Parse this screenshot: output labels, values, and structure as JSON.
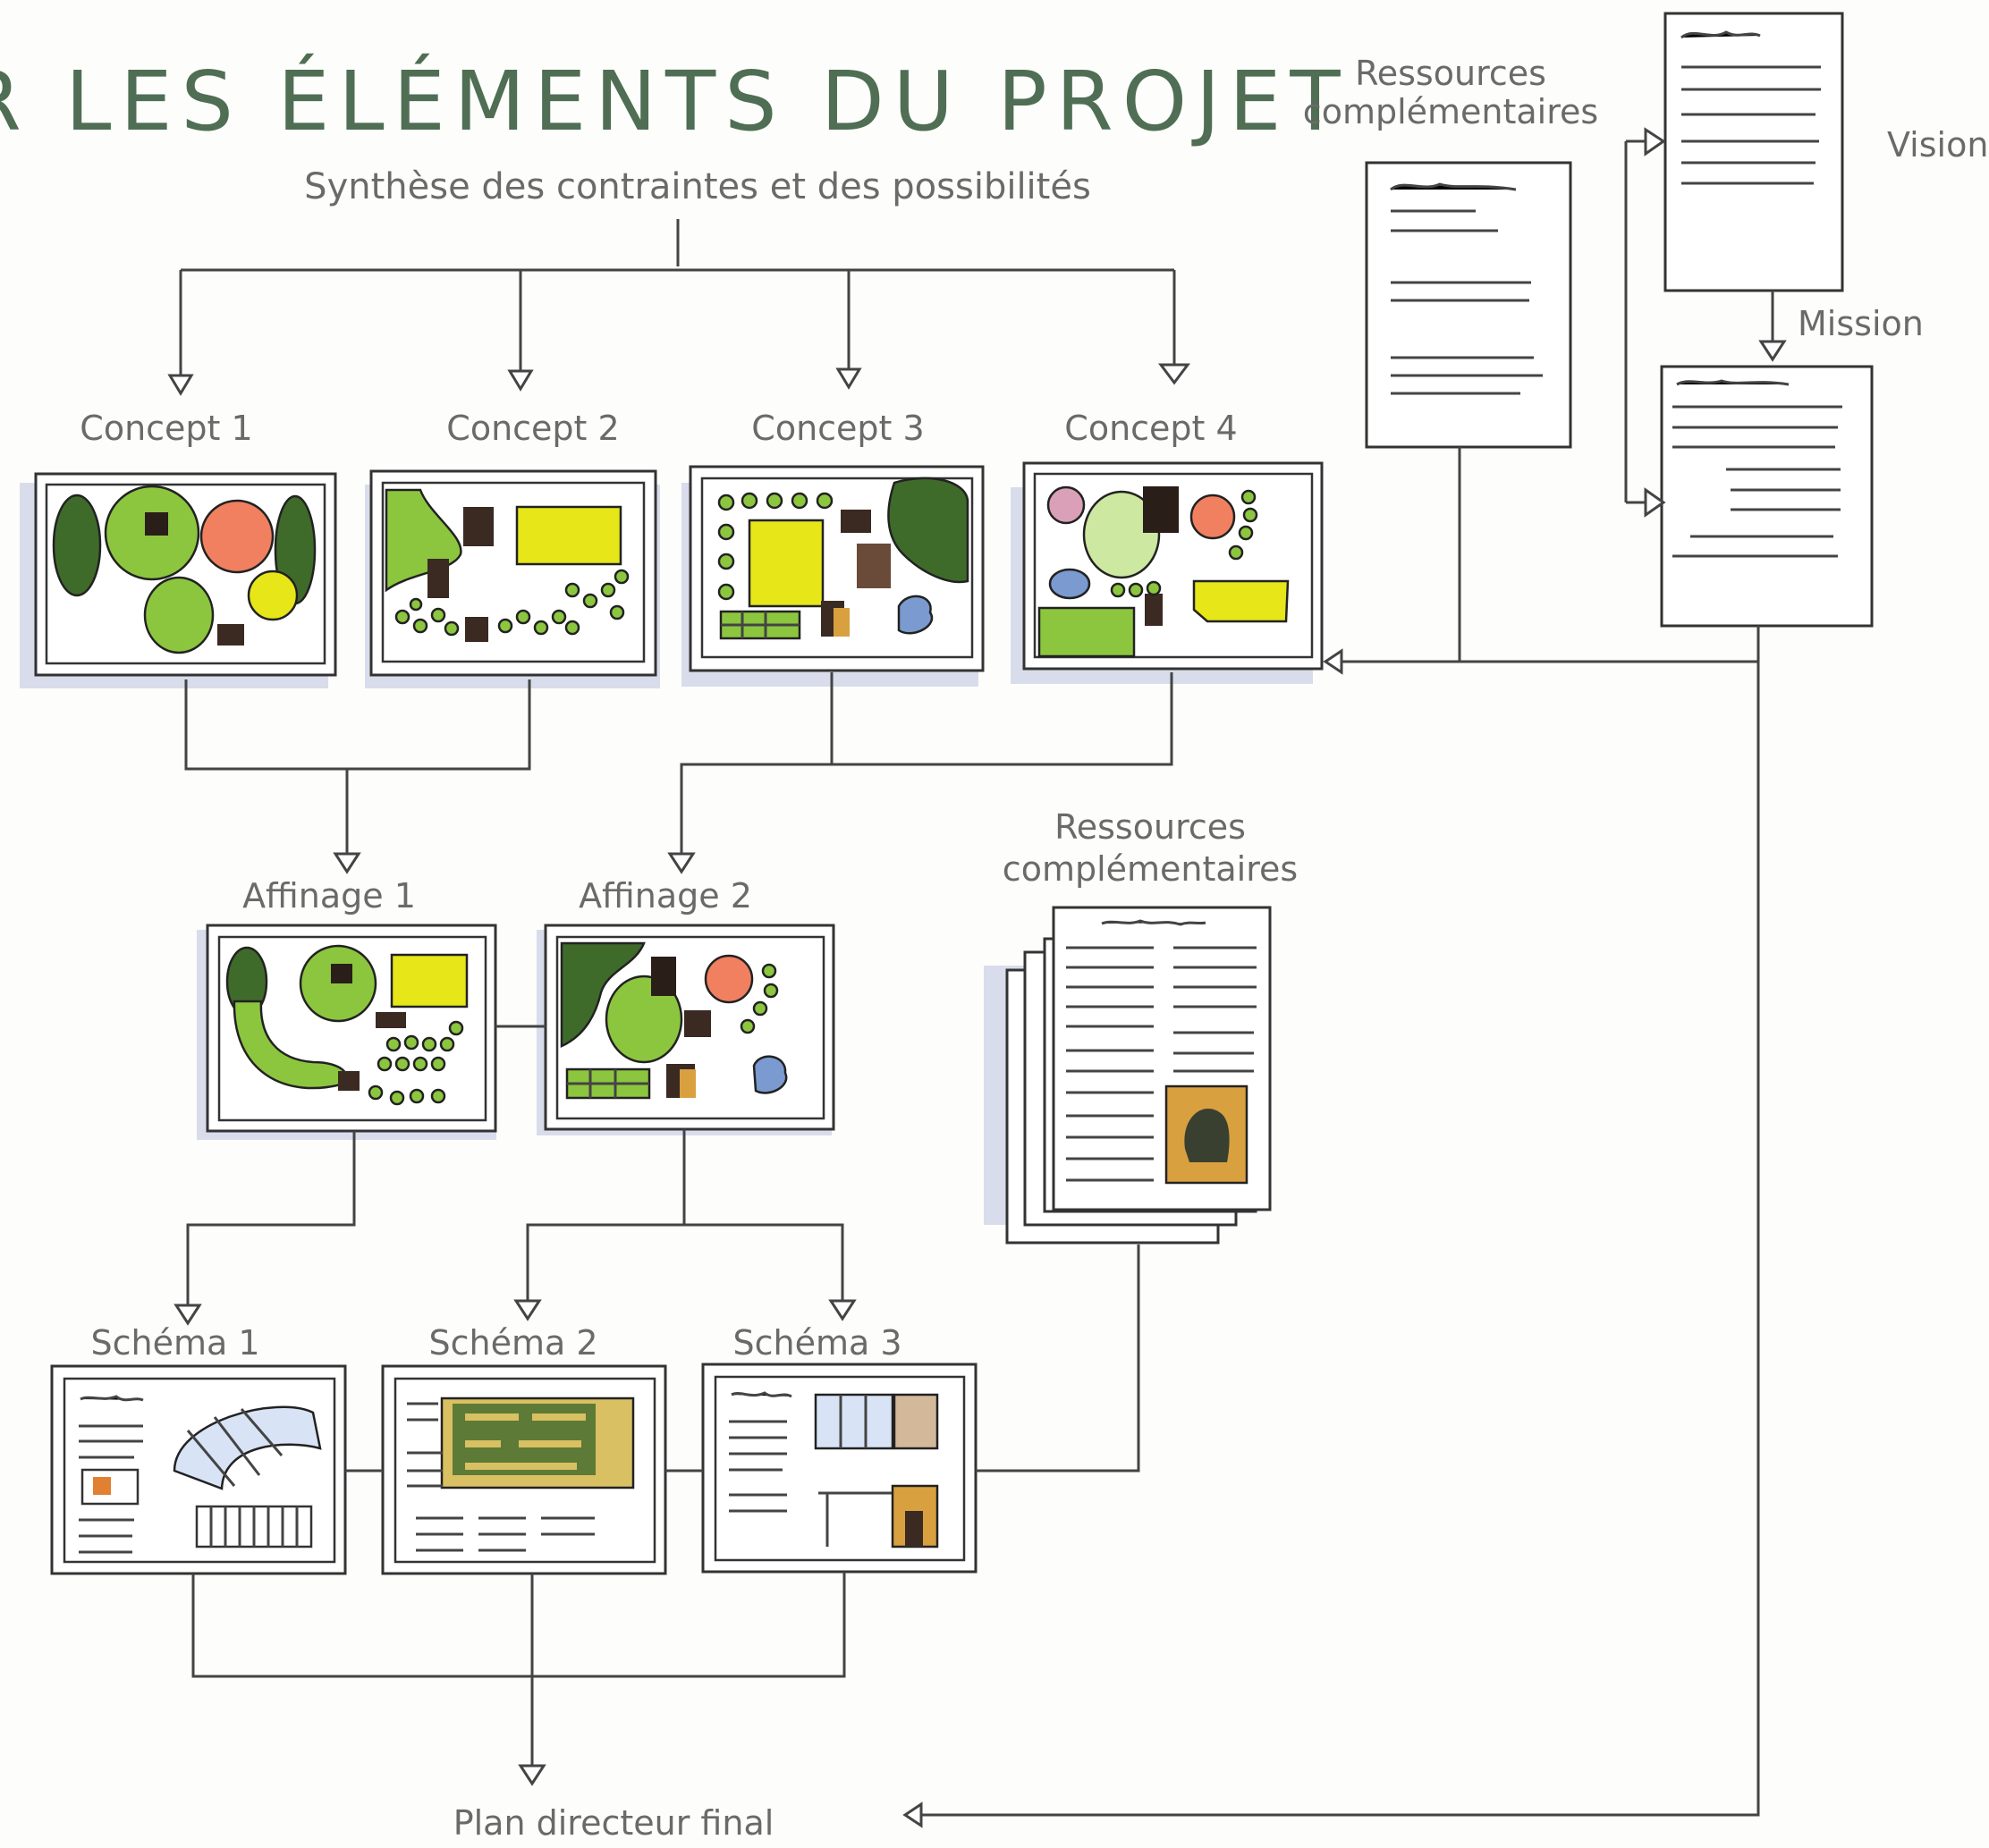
{
  "title": "R LES ÉLÉMENTS DU PROJET",
  "subtitle": "Synthèse des contraintes et des possibilités",
  "concepts": [
    "Concept 1",
    "Concept 2",
    "Concept 3",
    "Concept 4"
  ],
  "refinements": [
    "Affinage 1",
    "Affinage 2"
  ],
  "schemas": [
    "Schéma 1",
    "Schéma 2",
    "Schéma 3"
  ],
  "resources_top": [
    "Ressources",
    "complémentaires"
  ],
  "resources_mid": [
    "Ressources",
    "complémentaires"
  ],
  "vision": "Vision",
  "mission": "Mission",
  "final": "Plan directeur final",
  "colors": {
    "title": "#4f6e54",
    "text": "#6a6a6a",
    "light_green": "#8cc63f",
    "dark_green": "#3f6b2a",
    "salmon": "#f08060",
    "yellow": "#e6e619",
    "brown": "#3a2a22",
    "blue": "#7a9ad0",
    "ochre": "#d9a040"
  }
}
